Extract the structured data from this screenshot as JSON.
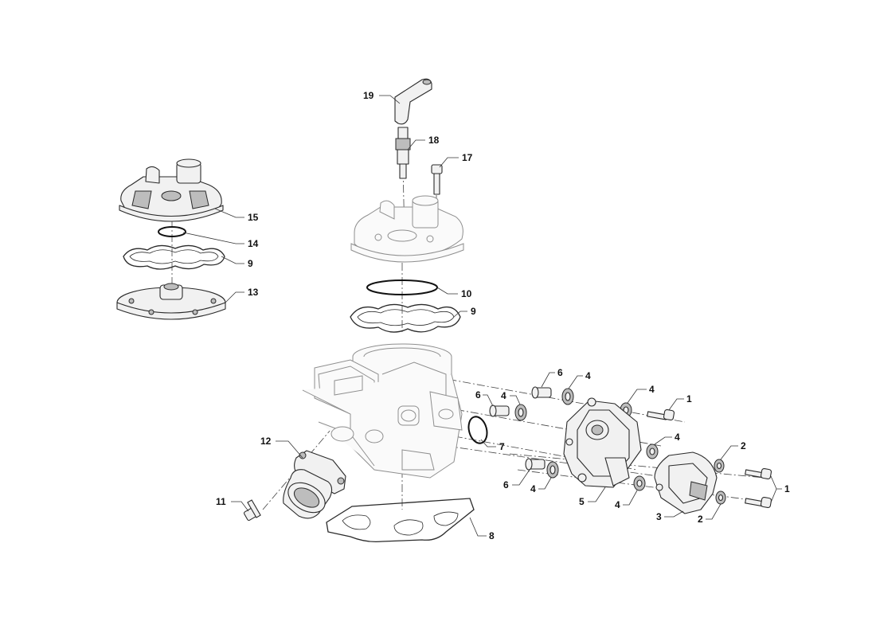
{
  "callouts": {
    "c1a": "1",
    "c1b": "1",
    "c2a": "2",
    "c2b": "2",
    "c3": "3",
    "c4a": "4",
    "c4b": "4",
    "c4c": "4",
    "c4d": "4",
    "c4e": "4",
    "c4f": "4",
    "c5": "5",
    "c6a": "6",
    "c6b": "6",
    "c6c": "6",
    "c7": "7",
    "c8": "8",
    "c9a": "9",
    "c9b": "9",
    "c10": "10",
    "c11": "11",
    "c12": "12",
    "c13": "13",
    "c14": "14",
    "c15": "15",
    "c17": "17",
    "c18": "18",
    "c19": "19"
  },
  "colors": {
    "background": "#ffffff",
    "line": "#2a2a2a",
    "part_fill": "#f1f1f1",
    "faded_outline": "#8f8f8f"
  }
}
